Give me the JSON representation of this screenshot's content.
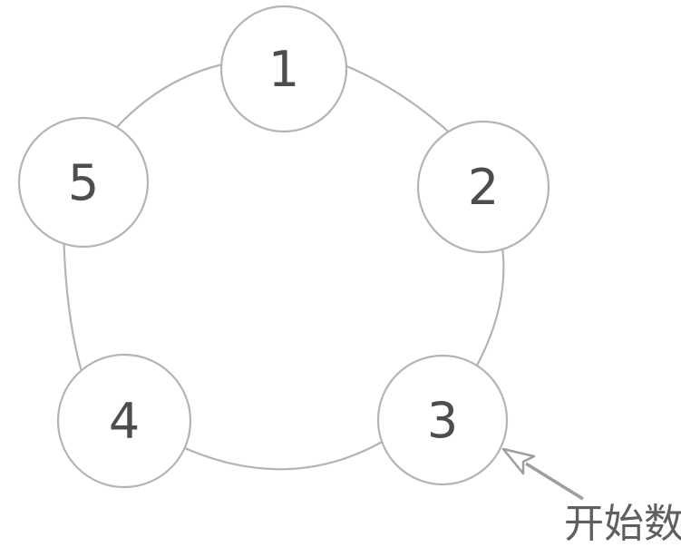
{
  "diagram": {
    "type": "circular-counting-ring",
    "nodes": [
      {
        "label": "1"
      },
      {
        "label": "2"
      },
      {
        "label": "3"
      },
      {
        "label": "4"
      },
      {
        "label": "5"
      }
    ],
    "annotation": {
      "label": "开始数",
      "points_to_node": "3"
    },
    "colors": {
      "stroke": "#b4b4b4",
      "node_fill": "#ffffff",
      "number": "#4d4d4d",
      "label": "#5f5f5f",
      "arrow": "#9e9e9e",
      "background": "#ffffff"
    }
  }
}
